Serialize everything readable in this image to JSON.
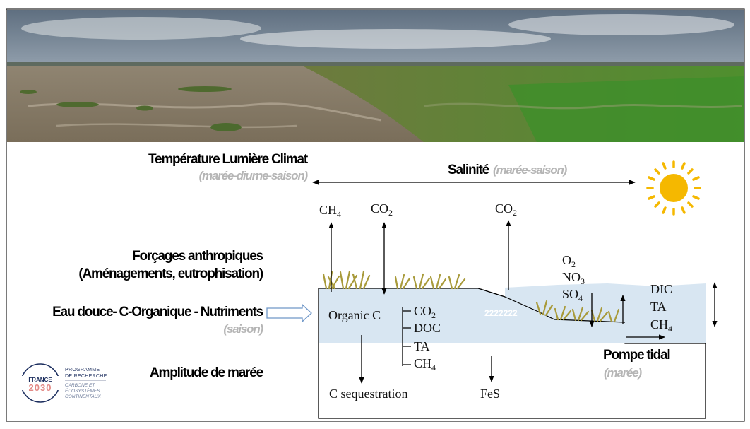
{
  "drivers": {
    "climate": "Température Lumière Climat",
    "climate_scale": "(marée-diurne-saison)",
    "salinity": "Salinité",
    "salinity_scale": "(marée-saison)",
    "anthropic_line1": "Forçages anthropiques",
    "anthropic_line2": "(Aménagements, eutrophisation)",
    "freshwater": "Eau douce- C-Organique - Nutriments",
    "freshwater_scale": "(saison)",
    "tide_amplitude": "Amplitude de marée",
    "tidal_pump": "Pompe tidal",
    "tidal_pump_scale": "(marée)"
  },
  "fluxes": {
    "ch4_top": {
      "base": "CH",
      "sub": "4"
    },
    "co2_top_left": {
      "base": "CO",
      "sub": "2"
    },
    "co2_top_right": {
      "base": "CO",
      "sub": "2"
    },
    "organic_c": "Organic C",
    "co2_branch": {
      "base": "CO",
      "sub": "2"
    },
    "doc_branch": "DOC",
    "ta_branch": "TA",
    "ch4_branch": {
      "base": "CH",
      "sub": "4"
    },
    "c_sequestration": "C sequestration",
    "fes": "FeS",
    "o2": {
      "base": "O",
      "sub": "2"
    },
    "no3": {
      "base": "NO",
      "sub": "3"
    },
    "so4": {
      "base": "SO",
      "sub": "4"
    },
    "dic": "DIC",
    "ta_out": "TA",
    "ch4_out": {
      "base": "CH",
      "sub": "4"
    }
  },
  "logo": {
    "country": "FRANCE",
    "year": "2030",
    "program_line1": "PROGRAMME",
    "program_line2": "DE RECHERCHE",
    "program_line3": "CARBONE ET",
    "program_line4": "ÉCOSYSTÈMES",
    "program_line5": "CONTINENTAUX"
  },
  "colors": {
    "water": "#d8e6f2",
    "grass": "#a89a3a",
    "sun": "#f5b800",
    "freshwater_arrow": "#6f97c8"
  }
}
